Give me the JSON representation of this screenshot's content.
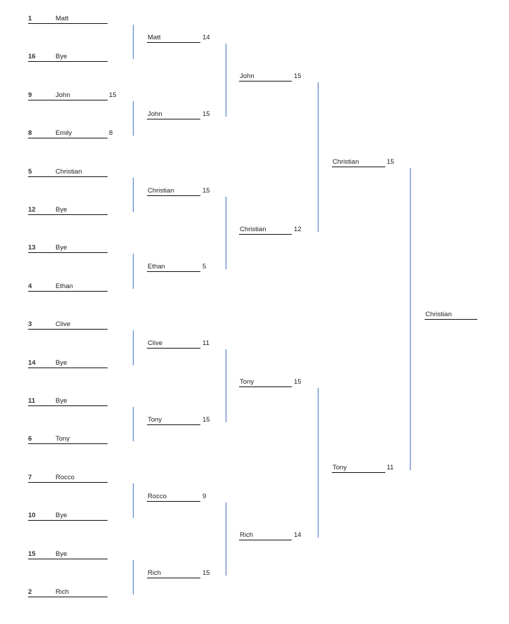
{
  "rounds": [
    [
      {
        "seed": "1",
        "name": "Matt",
        "score": ""
      },
      {
        "seed": "16",
        "name": "Bye",
        "score": ""
      },
      {
        "seed": "9",
        "name": "John",
        "score": "15"
      },
      {
        "seed": "8",
        "name": "Emily",
        "score": "8"
      },
      {
        "seed": "5",
        "name": "Christian",
        "score": ""
      },
      {
        "seed": "12",
        "name": "Bye",
        "score": ""
      },
      {
        "seed": "13",
        "name": "Bye",
        "score": ""
      },
      {
        "seed": "4",
        "name": "Ethan",
        "score": ""
      },
      {
        "seed": "3",
        "name": "Clive",
        "score": ""
      },
      {
        "seed": "14",
        "name": "Bye",
        "score": ""
      },
      {
        "seed": "11",
        "name": "Bye",
        "score": ""
      },
      {
        "seed": "6",
        "name": "Tony",
        "score": ""
      },
      {
        "seed": "7",
        "name": "Rocco",
        "score": ""
      },
      {
        "seed": "10",
        "name": "Bye",
        "score": ""
      },
      {
        "seed": "15",
        "name": "Bye",
        "score": ""
      },
      {
        "seed": "2",
        "name": "Rich",
        "score": ""
      }
    ],
    [
      {
        "name": "Matt",
        "score": "14"
      },
      {
        "name": "John",
        "score": "15"
      },
      {
        "name": "Christian",
        "score": "15"
      },
      {
        "name": "Ethan",
        "score": "5"
      },
      {
        "name": "Clive",
        "score": "11"
      },
      {
        "name": "Tony",
        "score": "15"
      },
      {
        "name": "Rocco",
        "score": "9"
      },
      {
        "name": "Rich",
        "score": "15"
      }
    ],
    [
      {
        "name": "John",
        "score": "15"
      },
      {
        "name": "Christian",
        "score": "12"
      },
      {
        "name": "Tony",
        "score": "15"
      },
      {
        "name": "Rich",
        "score": "14"
      }
    ],
    [
      {
        "name": "Christian",
        "score": "15"
      },
      {
        "name": "Tony",
        "score": "11"
      }
    ],
    [
      {
        "name": "Christian",
        "score": ""
      }
    ]
  ],
  "colors": {
    "connector": "#4472c4"
  }
}
